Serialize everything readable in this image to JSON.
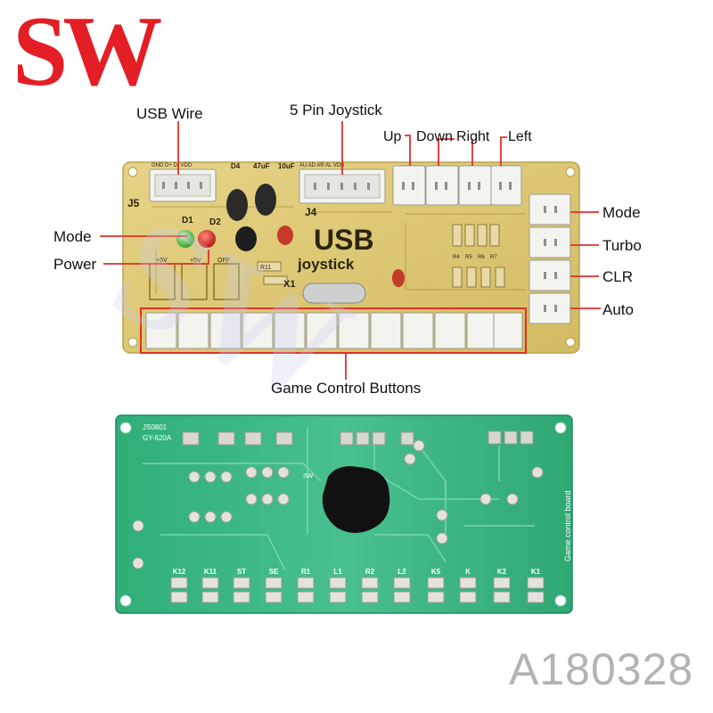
{
  "brand": {
    "logo_text": "SW",
    "watermark_text": "SW"
  },
  "product_code": "A180328",
  "labels": {
    "usb_wire": "USB Wire",
    "five_pin_joystick": "5 Pin Joystick",
    "up": "Up",
    "down": "Down",
    "right": "Right",
    "left": "Left",
    "mode_left": "Mode",
    "power": "Power",
    "mode_right": "Mode",
    "turbo": "Turbo",
    "clr": "CLR",
    "auto": "Auto",
    "game_control_buttons": "Game Control Buttons"
  },
  "top_board": {
    "title_main": "USB",
    "title_sub": "joystick",
    "silkscreen": {
      "j5": "J5",
      "j4": "J4",
      "d1": "D1",
      "d2": "D2",
      "d4": "D4",
      "cap1": "47uF",
      "cap2": "10uF",
      "x1": "X1",
      "r11": "R11",
      "plus5v_a": "+5V",
      "plus5v_b": "+5V",
      "off": "OFF",
      "usb_pins": "GND D+ D- VDD",
      "joy_pins": "AU AD AR AL VDD",
      "r4": "R4",
      "r5": "R5",
      "r6": "R6",
      "r7": "R7"
    }
  },
  "bottom_board": {
    "silk_top1": "JS0801",
    "silk_top2": "GY-620A",
    "side_text": "Game control board",
    "chip_mark": "SW",
    "button_labels": [
      "K12",
      "K11",
      "ST",
      "SE",
      "R1",
      "L1",
      "R2",
      "L2",
      "K5",
      "K",
      "K2",
      "K1"
    ]
  },
  "colors": {
    "logo_red": "#e31e24",
    "pcb_top": "#ddc774",
    "pcb_bottom": "#3bb784",
    "highlight_red": "#e0312b",
    "connector_white": "#f3f3ef",
    "watermark": "#c9cdf0"
  }
}
